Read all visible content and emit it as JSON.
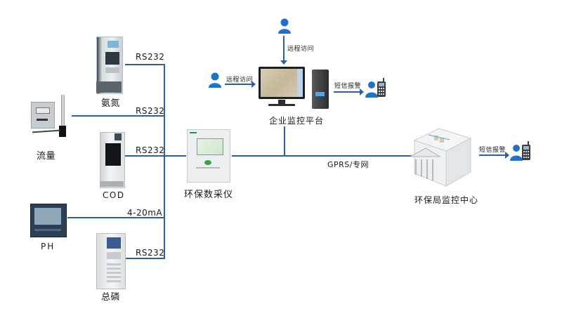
{
  "devices": {
    "ammonia": {
      "label": "氨氮",
      "link": "RS232"
    },
    "flow": {
      "label": "流量",
      "link": "RS232"
    },
    "cod": {
      "label": "COD",
      "link": "RS232"
    },
    "ph": {
      "label": "PH",
      "link": "4-20mA"
    },
    "phosphorus": {
      "label": "总磷",
      "link": "RS232"
    }
  },
  "collector": {
    "label": "环保数采仪"
  },
  "enterprise": {
    "label": "企业监控平台",
    "remote_top": "远程访问",
    "remote_left": "远程访问",
    "sms": "短信报警"
  },
  "network": {
    "label": "GPRS/专网"
  },
  "bureau": {
    "label": "环保局监控中心",
    "sms": "短信报警"
  },
  "colors": {
    "line": "#2e5f9e",
    "person": "#1e73c8"
  }
}
